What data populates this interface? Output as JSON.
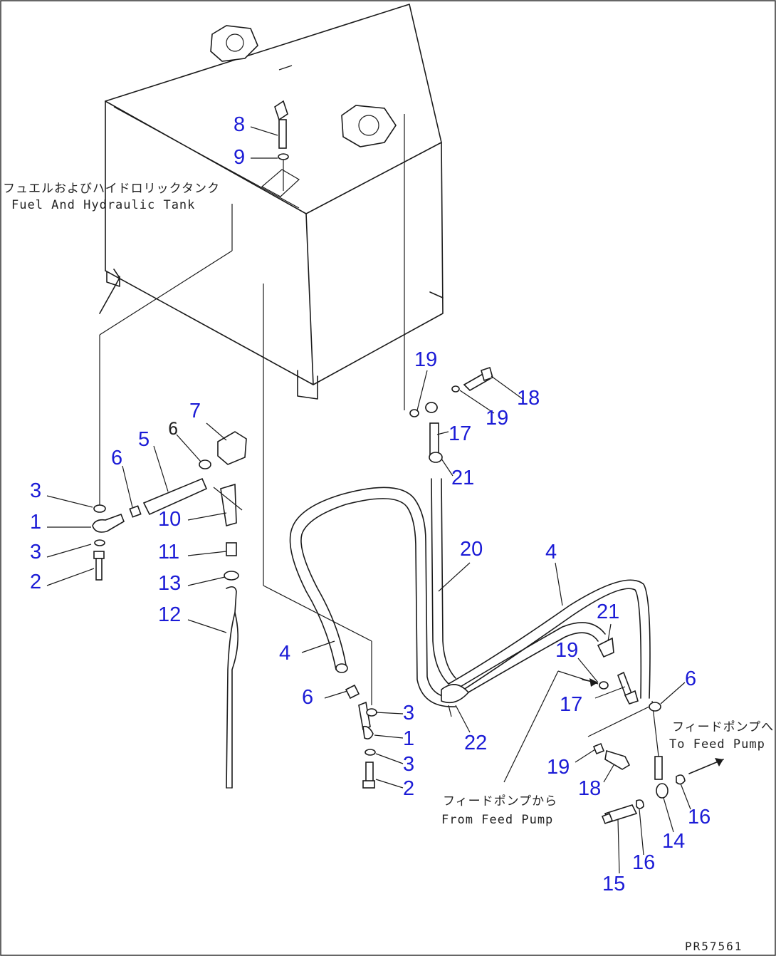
{
  "annotations": {
    "tank_jp": "フュエルおよびハイドロリックタンク",
    "tank_en": "Fuel And Hydraulic Tank",
    "from_pump_jp": "フィードポンプから",
    "from_pump_en": "From Feed Pump",
    "to_pump_jp": "フィードポンプへ",
    "to_pump_en": "To Feed Pump",
    "drawing_code": "PR57561"
  },
  "callouts": [
    "1",
    "2",
    "3",
    "4",
    "5",
    "6",
    "7",
    "8",
    "9",
    "10",
    "11",
    "12",
    "13",
    "14",
    "15",
    "16",
    "17",
    "18",
    "19",
    "20",
    "21",
    "22"
  ],
  "colors": {
    "callout": "#1b1bd6",
    "line": "#1a1a1a",
    "background": "#ffffff"
  }
}
